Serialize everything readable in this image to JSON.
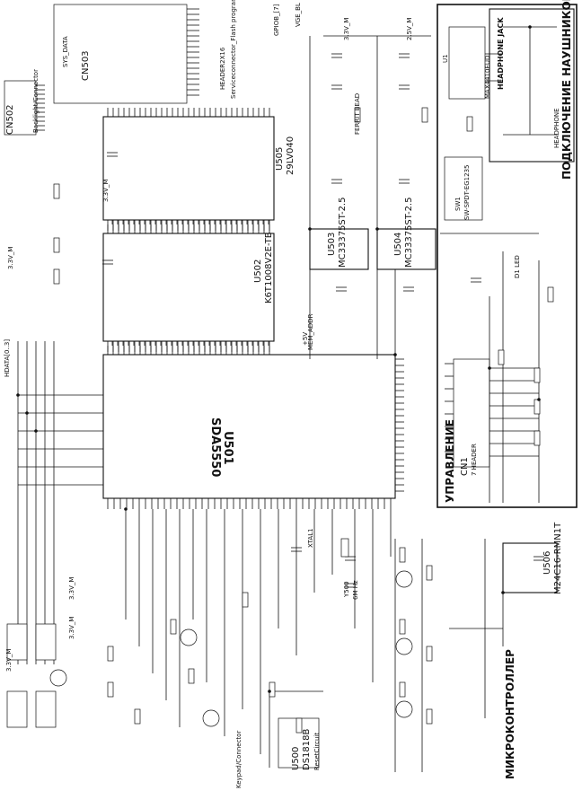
{
  "rotated_labels": {
    "u501_ref": "U501",
    "u501_part": "SDA5550",
    "u502_ref": "U502",
    "u502_part": "K6T1008V2E-TB",
    "u505_ref": "U505",
    "u505_part": "29LV040",
    "u503_ref": "U503",
    "u503_part": "MC33375ST-2.5",
    "u504_ref": "U504",
    "u504_part": "MC33375ST-2.5",
    "u506_ref": "U506",
    "u506_part": "M24C16-RMN1T",
    "u500_ref": "U500",
    "u500_part": "DS1818B",
    "u1_ref": "U1",
    "u1_part": "MAX4410EUD",
    "cn502": "CN502",
    "cn503": "CN503",
    "cn1_ref": "CN1",
    "cn1_part": "7 HEADER",
    "title_control": "УПРАВЛЕНИЕ",
    "title_mcu": "МИКРОКОНТРОЛЛЕР",
    "title_headphone": "ПОДКЛЮЧЕНИЕ НАУШНИКОВ",
    "hp_jack": "HEADPHONE JACK",
    "hp_label": "HEADPHONE",
    "reset_circuit": "ResetCircuit",
    "flash_prog": "Serviceconnector_Flash programing",
    "header_x2x16": "HEADER2X16",
    "backlight_conn": "Backlight/Connector",
    "keypad_conn": "Keypad/Connector",
    "mem_addr": "MEM_ADDR",
    "sys_data": "SYS_DATA",
    "hdata_bus": "HDATA[0..3]",
    "vdd_33": "3.3V_M",
    "vdd_25": "2.5V_M",
    "vcc_5": "+5V",
    "sw1": "SW1",
    "sw1_part": "SW-SPDT-EG1235",
    "d1_led": "D1 LED",
    "gpio_b": "GPIOB_[7]",
    "vge_bl": "VGE_BL",
    "xtal": "XTAL1",
    "y500": "Y500",
    "y500_freq": "6M Hz",
    "ferrite": "FERRIT BEAD"
  }
}
